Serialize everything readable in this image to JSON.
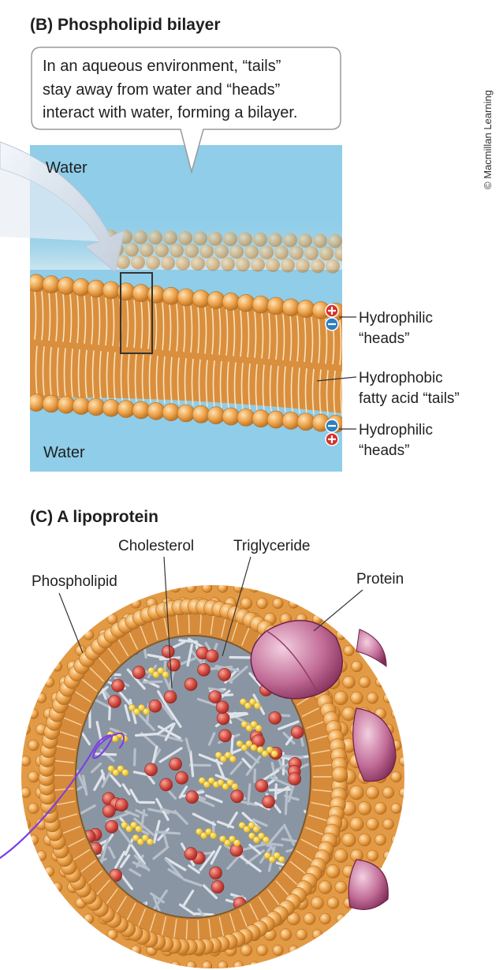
{
  "panel_b": {
    "title": "(B) Phospholipid bilayer",
    "callout_lines": [
      "In an aqueous environment, “tails”",
      "stay away from water and “heads”",
      "interact with water, forming a bilayer."
    ],
    "water_top": "Water",
    "water_bottom": "Water",
    "label_heads_top": [
      "Hydrophilic",
      "“heads”"
    ],
    "label_tails": [
      "Hydrophobic",
      "fatty acid “tails”"
    ],
    "label_heads_bottom": [
      "Hydrophilic",
      "“heads”"
    ]
  },
  "panel_c": {
    "title": "(C) A lipoprotein",
    "label_cholesterol": "Cholesterol",
    "label_triglyceride": "Triglyceride",
    "label_phospholipid": "Phospholipid",
    "label_protein": "Protein"
  },
  "credit": "© Macmillan Learning",
  "colors": {
    "water": "#8fcde9",
    "head": "#e9a44a",
    "tail": "#d18a3c",
    "triglyceride_head": "#d9534a",
    "cholesterol": "#f2c21b",
    "protein": "#b45a87",
    "annotation_ink": "#7b3fe4"
  }
}
